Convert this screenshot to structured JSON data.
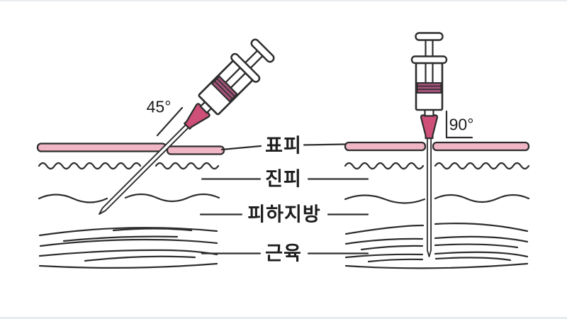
{
  "angles": {
    "left": "45°",
    "right": "90°"
  },
  "layers": [
    {
      "text": "표피"
    },
    {
      "text": "진피"
    },
    {
      "text": "피하지방"
    },
    {
      "text": "근육"
    }
  ],
  "colors": {
    "background": "#ffffff",
    "outline": "#2d2d2d",
    "epidermis_fill": "#f1b6c6",
    "hub_pink": "#ce4f78",
    "stopper_mauve": "#a25278",
    "syringe_body": "#ffffff",
    "text": "#1d1d1d",
    "edge_strip": "#e9ecef"
  }
}
